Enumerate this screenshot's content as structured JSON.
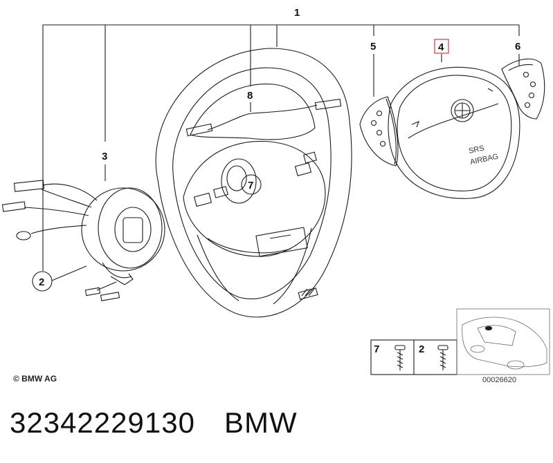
{
  "labels": {
    "l1": "1",
    "l2": "2",
    "l3": "3",
    "l4": "4",
    "l5": "5",
    "l6": "6",
    "l7": "7",
    "l8": "8"
  },
  "airbag_text": {
    "line1": "SRS",
    "line2": "AIRBAG"
  },
  "legend": {
    "item_a": "7",
    "item_b": "2"
  },
  "copyright": "© BMW AG",
  "drawing_number": "00026620",
  "caption": {
    "part_number": "32342229130",
    "brand": "BMW"
  },
  "colors": {
    "highlight": "#e0404f",
    "line": "#1a1a1a"
  }
}
